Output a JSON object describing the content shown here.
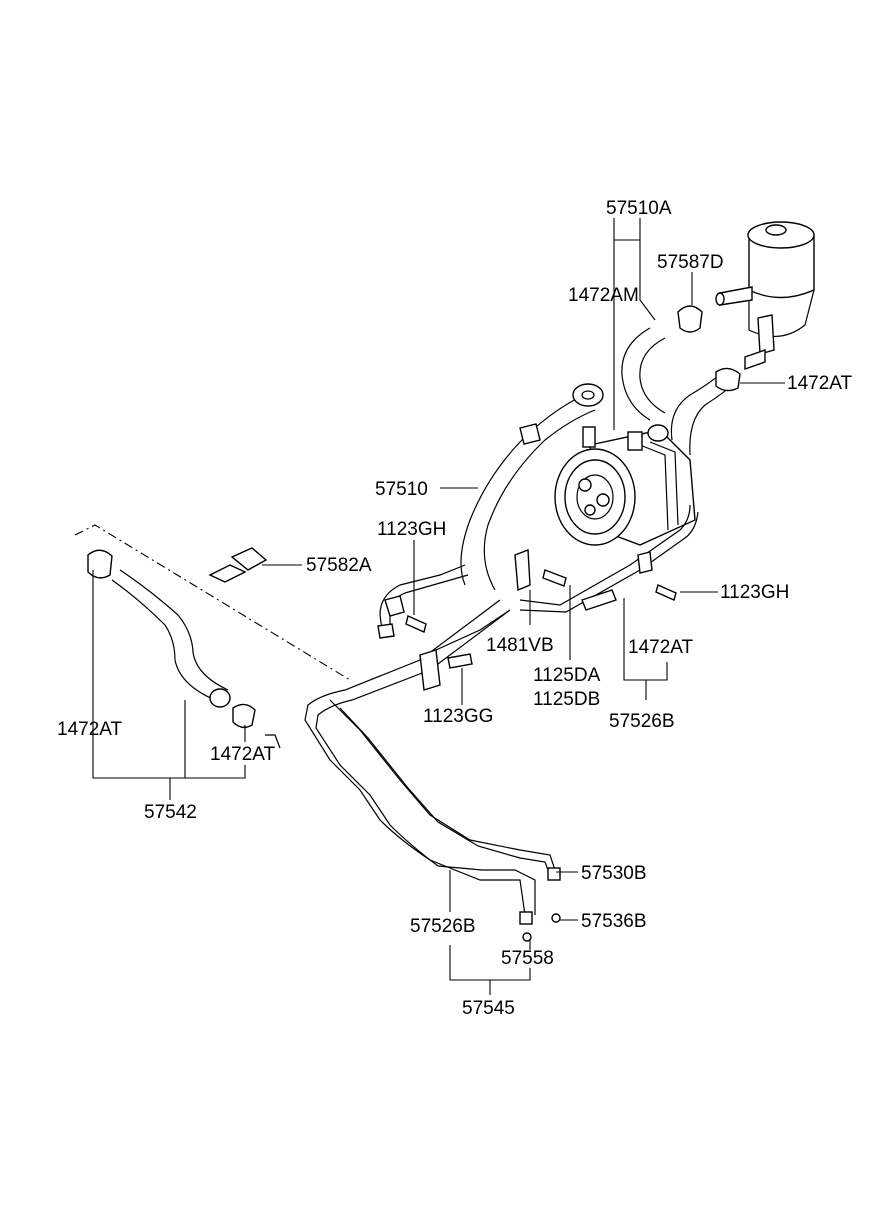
{
  "labels": {
    "p57510A": "57510A",
    "p57587D": "57587D",
    "p1472AM": "1472AM",
    "p1472AT_top": "1472AT",
    "p57510": "57510",
    "p1123GH_left": "1123GH",
    "p57582A": "57582A",
    "p1123GH_right": "1123GH",
    "p1481VB": "1481VB",
    "p1472AT_mid": "1472AT",
    "p1125DA": "1125DA",
    "p1125DB": "1125DB",
    "p57526B_upper": "57526B",
    "p1123GG": "1123GG",
    "p1472AT_left": "1472AT",
    "p1472AT_clamp": "1472AT",
    "p57542": "57542",
    "p57530B": "57530B",
    "p57526B_lower": "57526B",
    "p57536B": "57536B",
    "p57558": "57558",
    "p57545": "57545"
  }
}
